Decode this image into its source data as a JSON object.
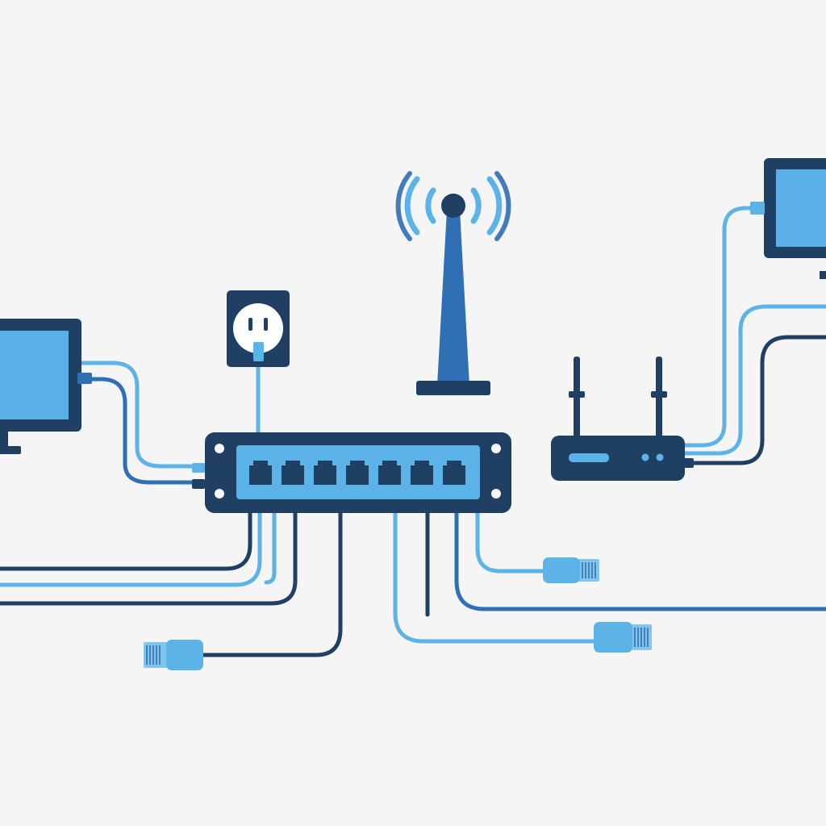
{
  "colors": {
    "background": "#f5f5f5",
    "navy": "#1f3f63",
    "blue": "#2f6fb3",
    "light_blue": "#5cb3e8",
    "screen": "#5aafe6"
  },
  "diagram": {
    "nodes": [
      {
        "id": "network-switch",
        "icon": "switch-icon",
        "ports": 7
      },
      {
        "id": "wireless-antenna",
        "icon": "antenna-icon"
      },
      {
        "id": "wifi-router",
        "icon": "router-icon"
      },
      {
        "id": "power-outlet",
        "icon": "outlet-icon"
      },
      {
        "id": "desktop-monitor-left",
        "icon": "monitor-icon"
      },
      {
        "id": "desktop-monitor-right",
        "icon": "monitor-icon"
      }
    ],
    "loose_connectors": [
      {
        "id": "ethernet-plug-left",
        "icon": "rj45-plug-icon"
      },
      {
        "id": "ethernet-plug-right-upper",
        "icon": "rj45-plug-icon"
      },
      {
        "id": "ethernet-plug-right-lower",
        "icon": "rj45-plug-icon"
      }
    ]
  }
}
